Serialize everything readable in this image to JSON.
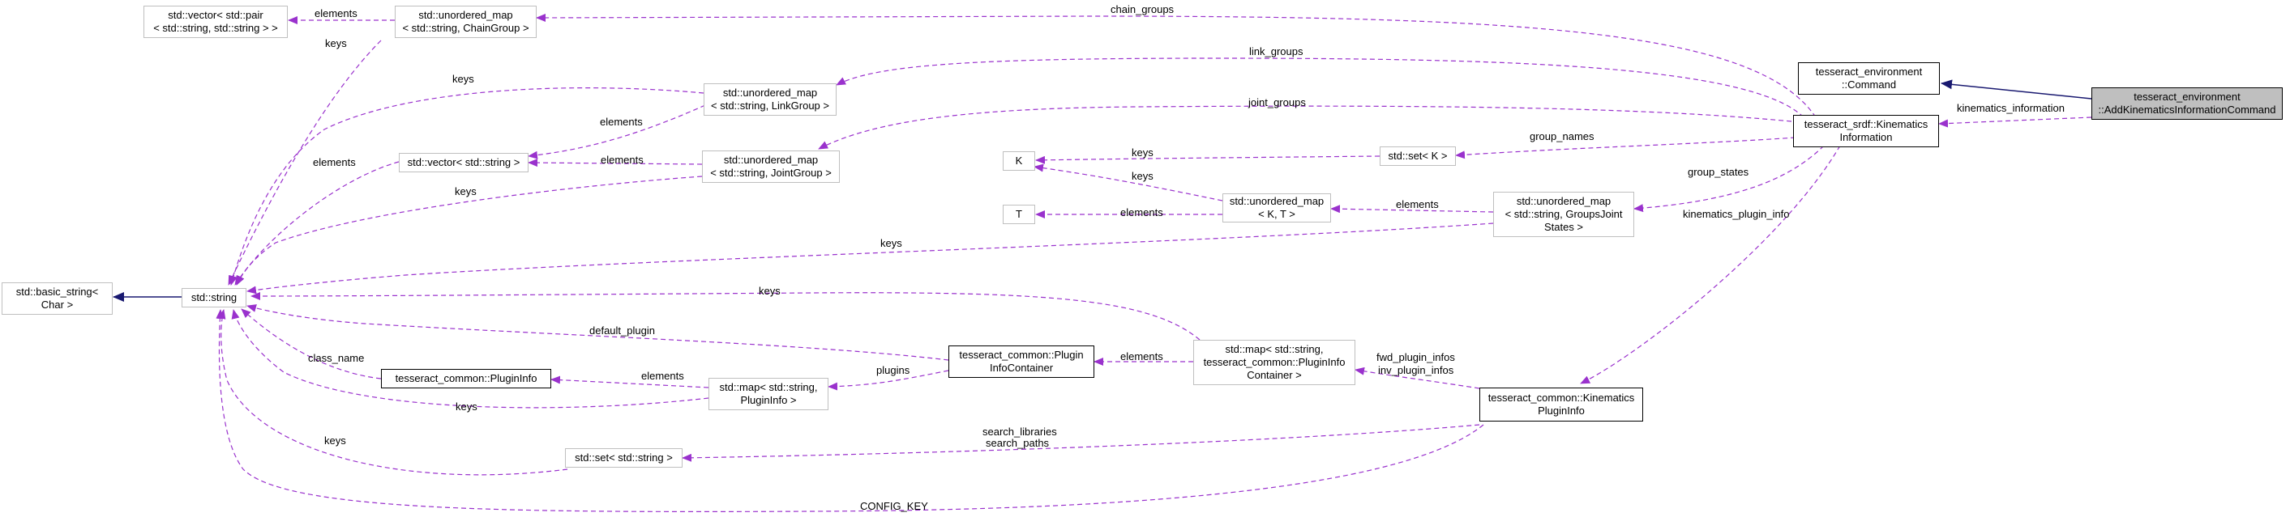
{
  "diagram": {
    "colors": {
      "edge_member": "#9a32cd",
      "edge_inherit": "#191970",
      "node_focus_fill": "#bfbfbf",
      "node_border_light": "#bfbfbf",
      "node_border_dark": "#000000"
    },
    "nodes": {
      "add_cmd": [
        "tesseract_environment",
        "::AddKinematicsInformationCommand"
      ],
      "command": [
        "tesseract_environment",
        "::Command"
      ],
      "kin_info": [
        "tesseract_srdf::Kinematics",
        "Information"
      ],
      "um_chain": [
        "std::unordered_map",
        "< std::string, ChainGroup >"
      ],
      "vec_pair": [
        "std::vector< std::pair",
        "< std::string, std::string > >"
      ],
      "um_link": [
        "std::unordered_map",
        "< std::string, LinkGroup >"
      ],
      "vec_str": [
        "std::vector< std::string >"
      ],
      "um_joint": [
        "std::unordered_map",
        "< std::string, JointGroup >"
      ],
      "set_k": [
        "std::set< K >"
      ],
      "k": [
        "K"
      ],
      "t": [
        "T"
      ],
      "um_kt": [
        "std::unordered_map",
        "< K, T >"
      ],
      "um_groups": [
        "std::unordered_map",
        "< std::string, GroupsJoint",
        "States >"
      ],
      "basic_string": [
        "std::basic_string<",
        "Char >"
      ],
      "string": [
        "std::string"
      ],
      "plugin_info": [
        "tesseract_common::PluginInfo"
      ],
      "map_pi": [
        "std::map< std::string,",
        "PluginInfo >"
      ],
      "pic": [
        "tesseract_common::Plugin",
        "InfoContainer"
      ],
      "map_pic": [
        "std::map< std::string,",
        "tesseract_common::PluginInfo",
        "Container >"
      ],
      "kpi": [
        "tesseract_common::Kinematics",
        "PluginInfo"
      ],
      "set_str": [
        "std::set< std::string >"
      ]
    },
    "edge_labels": {
      "kinematics_information": "kinematics_information",
      "chain_groups": "chain_groups",
      "link_groups": "link_groups",
      "joint_groups": "joint_groups",
      "group_names": "group_names",
      "group_states": "group_states",
      "kinematics_plugin_info": "kinematics_plugin_info",
      "elements_chain": "elements",
      "keys_chain": "keys",
      "keys_link": "keys",
      "elements_link": "elements",
      "elements_vec": "elements",
      "elements_joint": "elements",
      "keys_joint": "keys",
      "keys_setk": "keys",
      "keys_umkt": "keys",
      "elements_umkt": "elements",
      "elements_groups": "elements",
      "keys_groups": "keys",
      "keys_mappic": "keys",
      "default_plugin": "default_plugin",
      "elements_pic": "elements",
      "class_name": "class_name",
      "plugins": "plugins",
      "elements_mappi": "elements",
      "keys_mappi": "keys",
      "fwd_plugin_infos": "fwd_plugin_infos",
      "inv_plugin_infos": "inv_plugin_infos",
      "search_libraries": "search_libraries",
      "search_paths": "search_paths",
      "keys_setstr": "keys",
      "config_key": "CONFIG_KEY"
    }
  }
}
